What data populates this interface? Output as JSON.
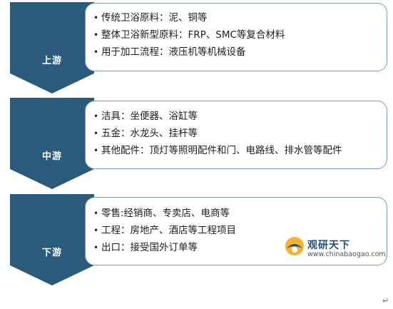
{
  "stages": [
    {
      "label": "上游",
      "items": [
        "传统卫浴原料：泥、铜等",
        "整体卫浴新型原料：FRP、SMC等复合材料",
        "用于加工流程：液压机等机械设备"
      ]
    },
    {
      "label": "中游",
      "items": [
        "洁具：坐便器、浴缸等",
        "五金：水龙头、挂杆等",
        "其他配件：顶灯等照明配件和门、电路线、排水管等配件"
      ]
    },
    {
      "label": "下游",
      "items": [
        "零售:经销商、专卖店、电商等",
        "工程：房地产、酒店等工程项目",
        "出口：接受国外订单等"
      ]
    }
  ],
  "watermark": {
    "name": "观研天下",
    "url": "www.chinabaogao.com"
  },
  "end_mark": "↵",
  "colors": {
    "chevron": "#2b5b7c",
    "panel_border": "#7f9cb2",
    "text": "#1c1c1c"
  }
}
